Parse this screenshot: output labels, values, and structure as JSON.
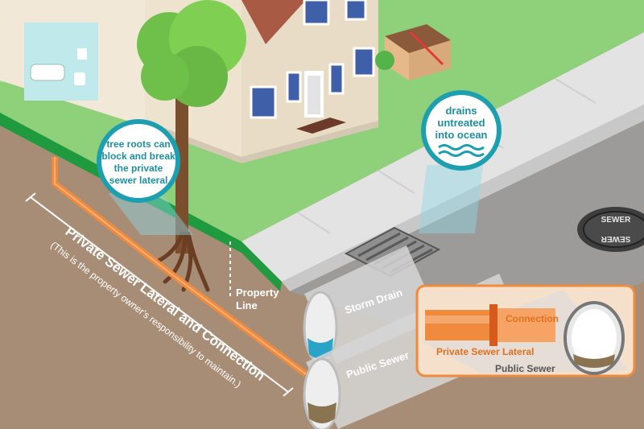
{
  "callouts": {
    "tree_roots": [
      "tree roots can",
      "block and break",
      "the private",
      "sewer lateral"
    ],
    "ocean": [
      "drains",
      "untreated",
      "into ocean"
    ]
  },
  "labels": {
    "property_line": [
      "Property",
      "Line"
    ],
    "storm_drain": "Storm Drain",
    "public_sewer": "Public Sewer",
    "lateral_title": "Private Sewer Lateral and Connection",
    "lateral_note": "(This is the property owner's responsibility to maintain.)",
    "manhole_top": "SEWER",
    "manhole_bottom": "SEWER"
  },
  "inset": {
    "connection": "Connection",
    "private_lateral": "Private Sewer Lateral",
    "public_sewer": "Public Sewer"
  },
  "colors": {
    "soil": "#a88d76",
    "lawn": "#8fd17a",
    "pipe_orange": "#f08a3c",
    "callout_teal": "#1d9fb0",
    "water": "#29a3c8"
  }
}
